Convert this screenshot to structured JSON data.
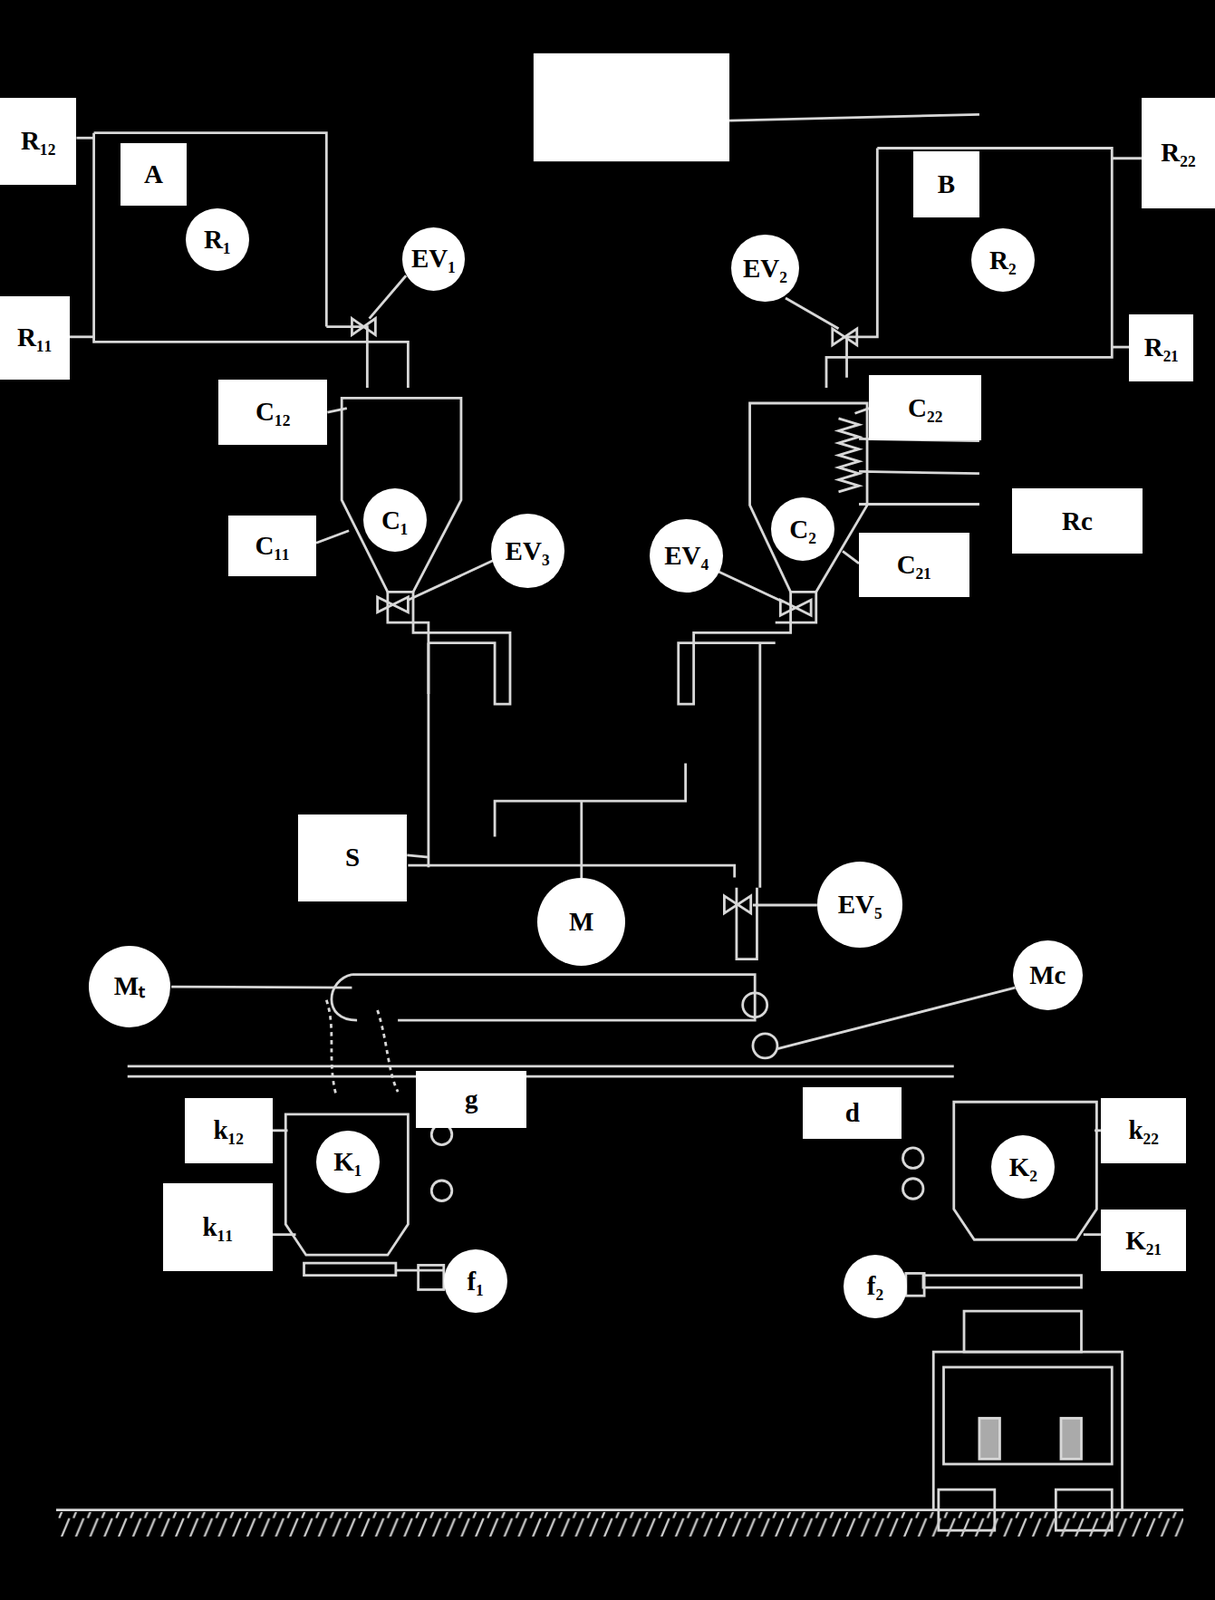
{
  "diagram": {
    "nodes": [
      {
        "text": [
          "R₁₂"
        ]
      },
      {
        "text": [
          "A"
        ]
      },
      {
        "text": [
          "R₁"
        ]
      },
      {
        "text": [
          "EV₁"
        ]
      },
      {
        "text": [
          "R₁₁"
        ]
      },
      {
        "text": [
          "C₁₂"
        ]
      },
      {
        "text": [
          "C₁"
        ]
      },
      {
        "text": [
          "C₁₁"
        ]
      },
      {
        "text": [
          "EV₃"
        ]
      },
      {
        "text": [
          "R₂₂"
        ]
      },
      {
        "text": [
          "B"
        ]
      },
      {
        "text": [
          "EV₂"
        ]
      },
      {
        "text": [
          "R₂"
        ]
      },
      {
        "text": [
          "R₂₁"
        ]
      },
      {
        "text": [
          "C₂₂"
        ]
      },
      {
        "text": [
          "Rc"
        ]
      },
      {
        "text": [
          "C₂"
        ]
      },
      {
        "text": [
          "EV₄"
        ]
      },
      {
        "text": [
          "C₂₁"
        ]
      },
      {
        "text": [
          "S"
        ]
      },
      {
        "text": [
          "M"
        ]
      },
      {
        "text": [
          "EV₅"
        ]
      },
      {
        "text": [
          "Mₜ"
        ]
      },
      {
        "text": [
          "Mc"
        ]
      },
      {
        "text": [
          "g"
        ]
      },
      {
        "text": [
          "d"
        ]
      },
      {
        "text": [
          "k₁₂"
        ]
      },
      {
        "text": [
          "K₁"
        ]
      },
      {
        "text": [
          "k₂₂"
        ]
      },
      {
        "text": [
          "K₂"
        ]
      },
      {
        "text": [
          "k₁₁"
        ]
      },
      {
        "text": [
          "K₂₁"
        ]
      },
      {
        "text": [
          "f₁"
        ]
      },
      {
        "text": [
          "f₂"
        ]
      }
    ]
  }
}
